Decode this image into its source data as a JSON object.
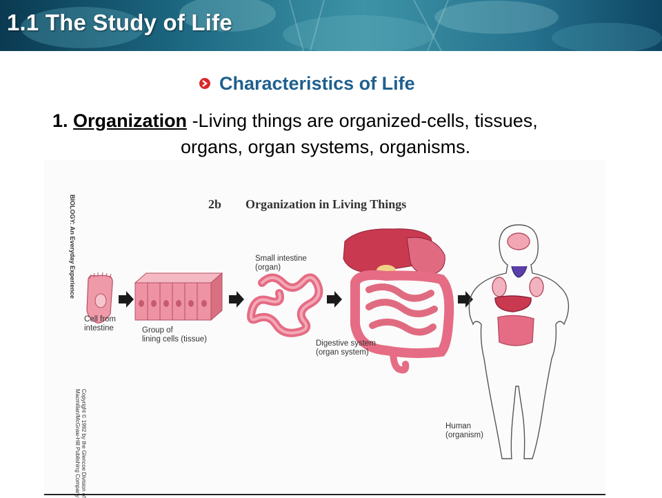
{
  "header": {
    "title": "1.1 The Study of Life"
  },
  "section": {
    "heading": "Characteristics of Life"
  },
  "point": {
    "number": "1.",
    "term": "Organization",
    "text_line1": " -Living things are organized-cells,  tissues,",
    "text_line2": "organs, organ systems, organisms."
  },
  "figure": {
    "number": "2b",
    "title": "Organization in Living Things",
    "book_credit": "BIOLOGY: An Everyday Experience",
    "copyright_line1": "Copyright © 1992 by the Glencoe Division of",
    "copyright_line2": "Macmillan/McGraw-Hill Publishing Company",
    "labels": {
      "cell_1": "Cell from",
      "cell_2": "intestine",
      "tissue_1": "Group of",
      "tissue_2": "lining cells (tissue)",
      "organ_1": "Small intestine",
      "organ_2": "(organ)",
      "system_1": "Digestive system",
      "system_2": "(organ system)",
      "organism_1": "Human",
      "organism_2": "(organism)"
    }
  },
  "colors": {
    "heading": "#1f5f8f",
    "bullet": "#d8282a",
    "tissue": "#e8879a",
    "organ": "#e56c84"
  }
}
